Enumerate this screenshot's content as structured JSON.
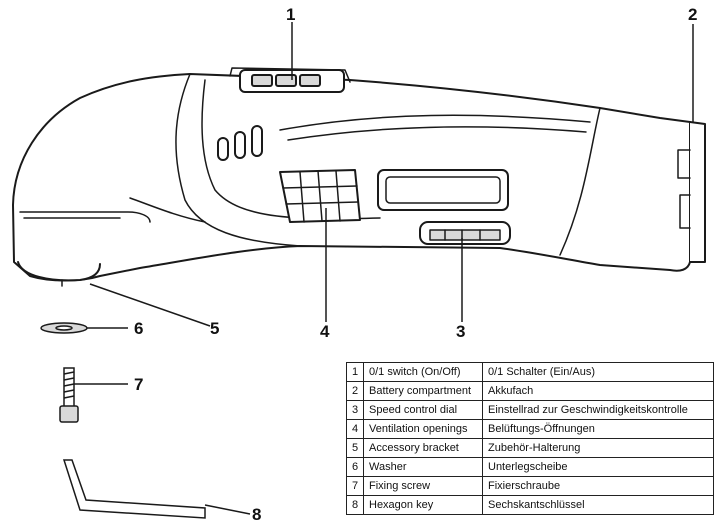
{
  "callouts": {
    "c1": "1",
    "c2": "2",
    "c3": "3",
    "c4": "4",
    "c5": "5",
    "c6": "6",
    "c7": "7",
    "c8": "8"
  },
  "legend": {
    "rows": [
      {
        "num": "1",
        "en": "0/1 switch (On/Off)",
        "de": "0/1 Schalter (Ein/Aus)"
      },
      {
        "num": "2",
        "en": "Battery compartment",
        "de": "Akkufach"
      },
      {
        "num": "3",
        "en": "Speed control dial",
        "de": "Einstellrad zur Geschwindigkeitskontrolle"
      },
      {
        "num": "4",
        "en": "Ventilation openings",
        "de": "Belüftungs-Öffnungen"
      },
      {
        "num": "5",
        "en": "Accessory bracket",
        "de": "Zubehör-Halterung"
      },
      {
        "num": "6",
        "en": "Washer",
        "de": "Unterlegscheibe"
      },
      {
        "num": "7",
        "en": "Fixing screw",
        "de": "Fixierschraube"
      },
      {
        "num": "8",
        "en": "Hexagon key",
        "de": "Sechskantschlüssel"
      }
    ]
  },
  "colors": {
    "line": "#1a1a1a",
    "fill": "#ffffff",
    "tint": "#d9d9d9"
  }
}
